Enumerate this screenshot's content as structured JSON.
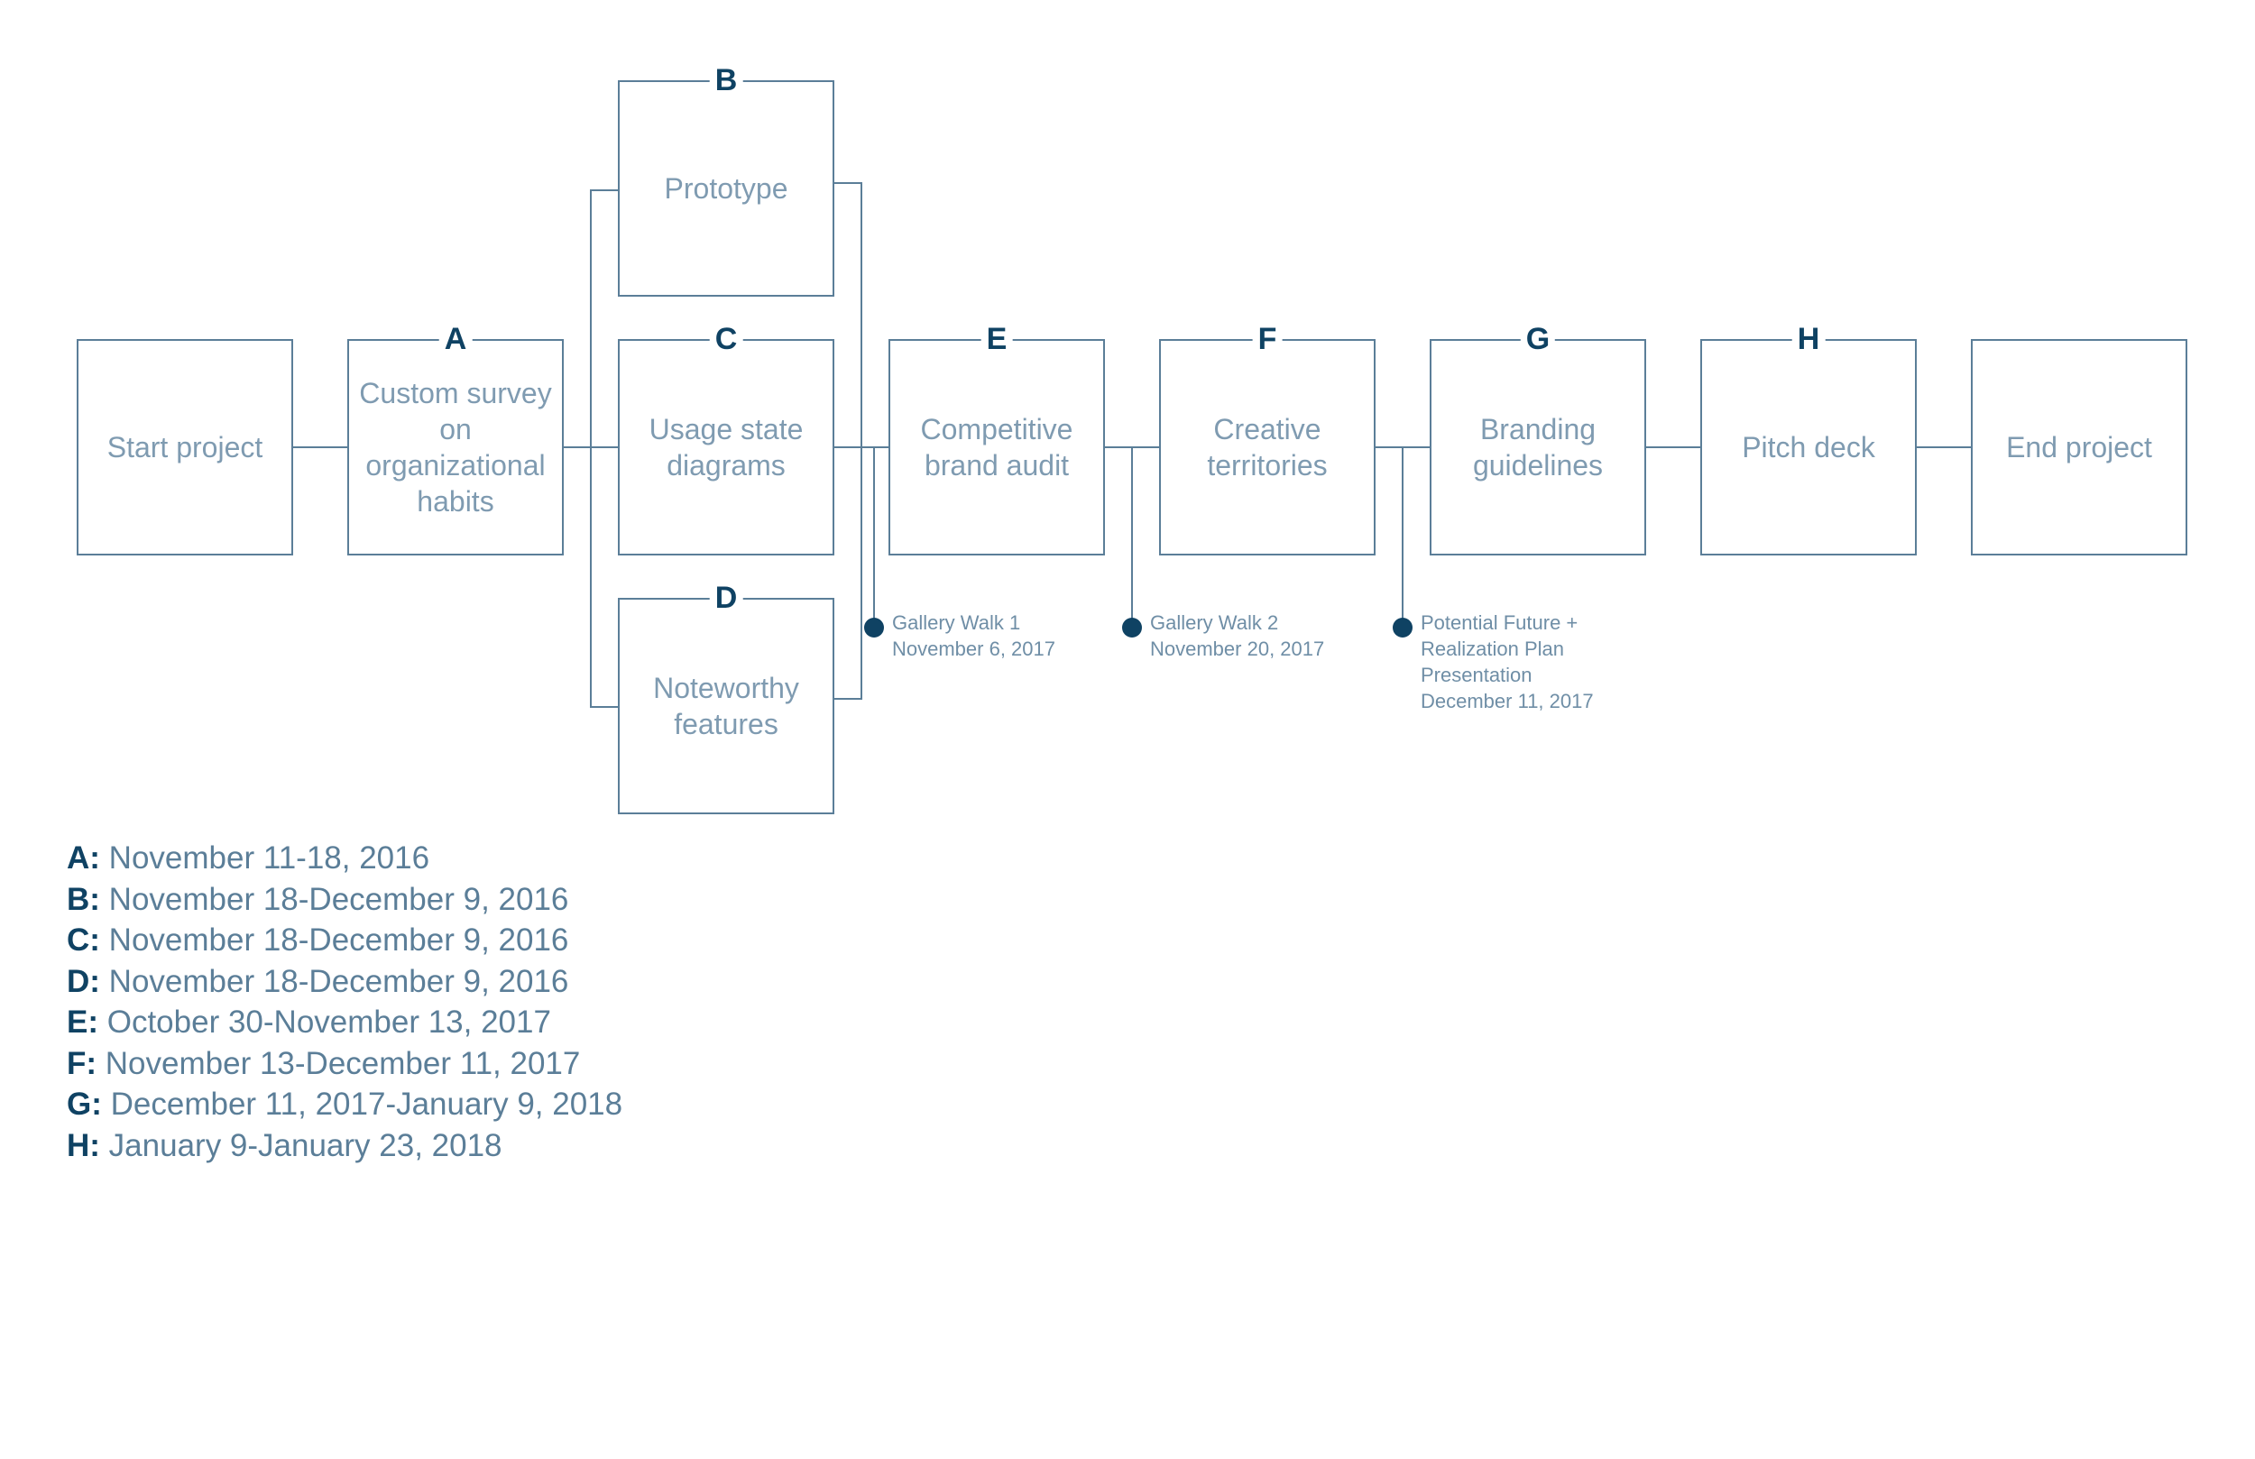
{
  "colors": {
    "line": "#5b7e98",
    "label": "#7f9bb1",
    "accent": "#0f4263",
    "dot": "#0f4263"
  },
  "nodes": {
    "start": {
      "label": "Start project"
    },
    "A": {
      "letter": "A",
      "label": "Custom survey on organizational habits"
    },
    "B": {
      "letter": "B",
      "label": "Prototype"
    },
    "C": {
      "letter": "C",
      "label": "Usage state diagrams"
    },
    "D": {
      "letter": "D",
      "label": "Noteworthy features"
    },
    "E": {
      "letter": "E",
      "label": "Competitive brand audit"
    },
    "F": {
      "letter": "F",
      "label": "Creative territories"
    },
    "G": {
      "letter": "G",
      "label": "Branding guidelines"
    },
    "H": {
      "letter": "H",
      "label": "Pitch deck"
    },
    "end": {
      "label": "End project"
    }
  },
  "milestones": [
    {
      "line1": "Gallery Walk 1",
      "line2": "November 6, 2017"
    },
    {
      "line1": "Gallery Walk 2",
      "line2": "November 20, 2017"
    },
    {
      "line1": "Potential Future +",
      "line2": "Realization Plan",
      "line3": "Presentation",
      "line4": "December 11, 2017"
    }
  ],
  "legend": [
    {
      "letter": "A:",
      "dates": "November 11-18, 2016"
    },
    {
      "letter": "B:",
      "dates": "November 18-December 9, 2016"
    },
    {
      "letter": "C:",
      "dates": "November 18-December 9, 2016"
    },
    {
      "letter": "D:",
      "dates": "November 18-December 9, 2016"
    },
    {
      "letter": "E:",
      "dates": "October 30-November 13, 2017"
    },
    {
      "letter": "F:",
      "dates": "November 13-December 11, 2017"
    },
    {
      "letter": "G:",
      "dates": "December 11, 2017-January 9, 2018"
    },
    {
      "letter": "H:",
      "dates": "January 9-January 23, 2018"
    }
  ]
}
